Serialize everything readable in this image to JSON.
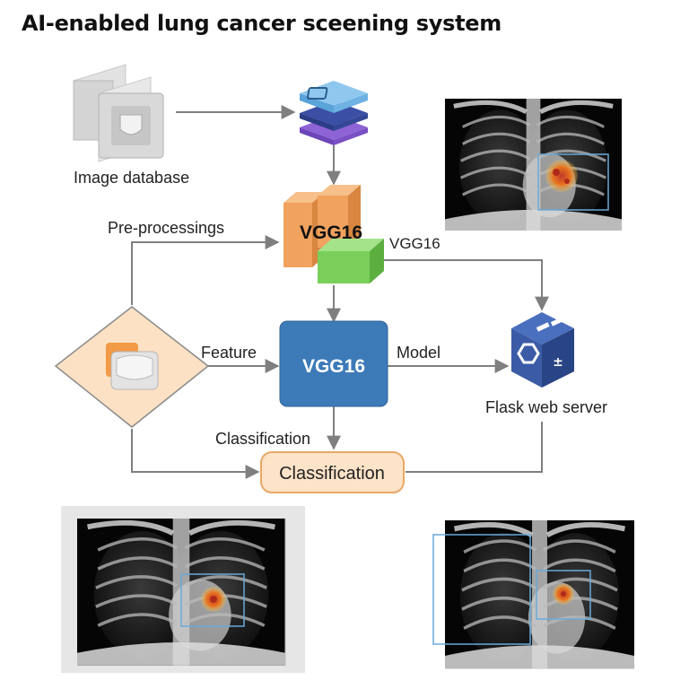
{
  "title": "AI-enabled lung cancer sceening system",
  "nodes": {
    "image_database": "Image database",
    "vgg_stack": "VGG16",
    "vgg_stack_side": "VGG16",
    "vgg_main": "VGG16",
    "flask": "Flask web server",
    "classification": "Classification"
  },
  "edges": {
    "preprocessing": "Pre-processings",
    "feature": "Feature",
    "model": "Model",
    "classification": "Classification"
  },
  "colors": {
    "arrow": "#7f7f7f",
    "vgg_blue": "#3d7ab8",
    "orange_block": "#f0a25e",
    "green_block": "#79cf5a",
    "classification_fill": "#fde3c8",
    "classification_border": "#e8a866",
    "diamond_fill": "#fde1c4",
    "flask_blue": "#2f4f94",
    "detection_box": "#6aa9d8"
  }
}
